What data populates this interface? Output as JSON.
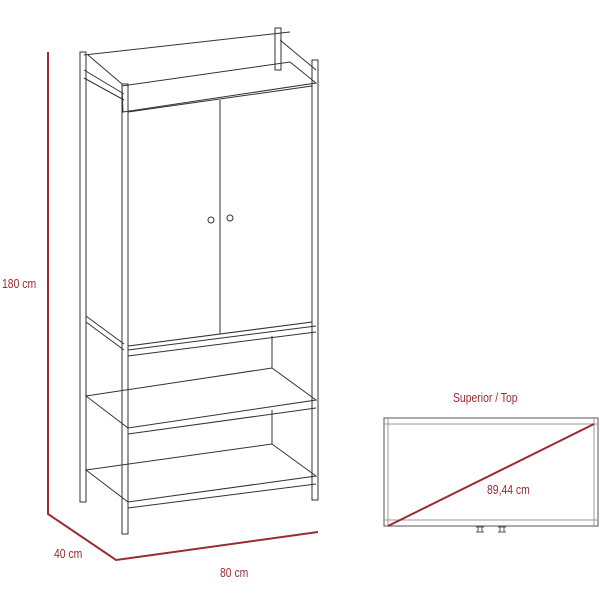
{
  "dimensions": {
    "height": "180 cm",
    "depth": "40 cm",
    "width": "80 cm",
    "top_view_title": "Superior / Top",
    "diagonal": "89,44 cm"
  },
  "colors": {
    "dimension_line": "#9b2a35",
    "drawing_line": "#333333",
    "background": "#ffffff"
  }
}
